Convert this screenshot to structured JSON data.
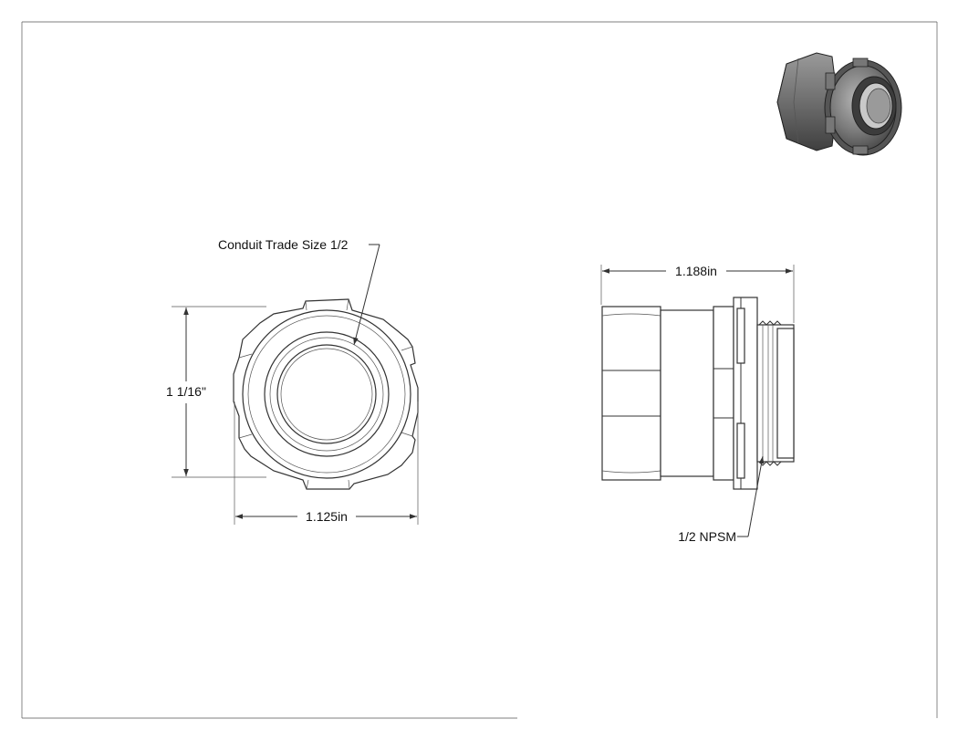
{
  "annotations": {
    "conduit_trade_size": "Conduit Trade Size 1/2",
    "height_dim": "1 1/16\"",
    "width_dim": "1.125in",
    "length_dim": "1.188in",
    "thread_spec": "1/2 NPSM"
  },
  "colors": {
    "line": "#333333",
    "background": "#ffffff",
    "render_body": "#8a8a8a"
  }
}
